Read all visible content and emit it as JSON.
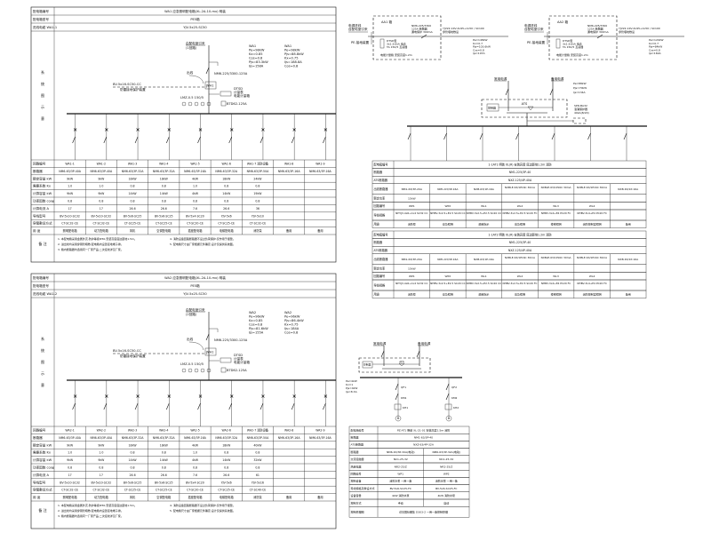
{
  "panels": [
    {
      "header_labels": [
        "配电箱编号",
        "配电箱型号",
        "进线电缆 WA1-1"
      ],
      "header_values": [
        "WA1      应急照明配电箱(XL-2A-10-mx)      明装",
        "PE5箱",
        "YJV-5x25-SC50"
      ],
      "side_label": [
        "系",
        "统",
        "图",
        "示",
        "意"
      ],
      "incoming": {
        "label": [
          "由配电室引来",
          "(1回路)"
        ],
        "breaker": "NM6-225/3300-125A",
        "branch_label": "出线",
        "spd_note": [
          "BV-5x16-SC50-CC",
          "防雷接地保护装置"
        ],
        "meter": "WH1",
        "ct_note": "LMZ-0.5 150/5",
        "meter_notes": [
          "DTSD",
          "计量表",
          "电能计量箱"
        ],
        "relay": "BTD62-125A"
      },
      "calc_left": [
        "WA1",
        "Pe=98kW",
        "Kx=0.85",
        "Cos=0.8",
        "Pjs=83.3kW",
        "Ijs=158A"
      ],
      "calc_right": [
        "WA1",
        "Pe=98kW",
        "Pjs=88.8kW",
        "Kx=0.75",
        "Ijs=188.8A",
        "Cos=0.8"
      ],
      "branches": [
        "WA1-1",
        "WA1-2",
        "WA1-3",
        "WA1-4",
        "WA1-5",
        "WA1-6",
        "WA1-7 消防设备",
        "WA1-8",
        "WA1-9"
      ],
      "rows": [
        {
          "label": "回路编号",
          "values": [
            "WA1-1",
            "WA1-2",
            "WA1-3",
            "WA1-4",
            "WA1-5",
            "WA1-6",
            "WA1-7 消防设备",
            "WA1-8",
            "WA1-9"
          ]
        },
        {
          "label": "断路器",
          "values": [
            "NM6-63/3P-40A",
            "NM6-63/3P-40A",
            "NM6-63/3P-32A",
            "NM6-63/3P-32A",
            "NM6-63/3P-16A",
            "NM6-63/3P-32A",
            "NM6-63/3P-50A",
            "NM6-63/3P-16A",
            "NM6-63/3P-16A"
          ]
        },
        {
          "label": "额定容量 kW",
          "values": [
            "9kW",
            "9kW",
            "18kW",
            "18kW",
            "4kW",
            "18kW",
            "24kW",
            "",
            ""
          ]
        },
        {
          "label": "需要系数 Kx",
          "values": [
            "1.0",
            "1.0",
            "0.8",
            "0.8",
            "1.0",
            "0.8",
            "0.8",
            "",
            ""
          ]
        },
        {
          "label": "计算容量 kW",
          "values": [
            "9kW",
            "9kW",
            "14kW",
            "14kW",
            "4kW",
            "14kW",
            "19kW",
            "",
            ""
          ]
        },
        {
          "label": "功率因数 cosφ",
          "values": [
            "0.8",
            "0.8",
            "0.8",
            "0.8",
            "0.8",
            "0.8",
            "0.8",
            "",
            ""
          ]
        },
        {
          "label": "计算电流 A",
          "values": [
            "17",
            "17",
            "26.6",
            "26.6",
            "7.6",
            "26.6",
            "36",
            "",
            ""
          ]
        },
        {
          "label": "导线型号",
          "values": [
            "BV-5x10-SC32",
            "BV-5x10-SC32",
            "BV-5x6-SC25",
            "BV-5x6-SC25",
            "BV-5x4-SC20",
            "YJV-5x6",
            "YJV-5x10",
            "",
            ""
          ]
        },
        {
          "label": "穿管敷设方式",
          "values": [
            "CT-SC32-CE",
            "CT-SC32-CE",
            "CT-SC25-CE",
            "CT-SC25-CE",
            "CT-SC20-CE",
            "CT-SC25-CE",
            "CT-SC32-CE",
            "",
            ""
          ]
        },
        {
          "label": "用 途",
          "values": [
            "照明配电箱",
            "动力配电箱",
            "风机",
            "空调配电箱",
            "插座配电箱",
            "电梯配电箱",
            "消防泵",
            "备用",
            "备用"
          ]
        }
      ],
      "remarks_label": "备 注",
      "remarks": [
        "1. 本配电箱采用金属外壳,防护等级IP30,安装高度底边距地1.5m。",
        "2. 进出线均采用穿钢管暗敷,配电箱内设置接地端子排。",
        "3. 箱内断路器均选用同一厂家产品,二次接线详见厂家。",
        "4. 消防设备回路断路器不设过负荷保护,仅作用于报警。",
        "5. 配电箱尺寸由厂家根据元件确定,设计仅提供系统图。"
      ]
    },
    {
      "header_labels": [
        "配电箱编号",
        "配电箱型号",
        "进线电缆 WA1-2"
      ],
      "header_values": [
        "WA2      应急照明配电箱(XL-2A-10-mx)      明装",
        "PE5箱",
        "YJV-5x25-SC50"
      ],
      "side_label": [
        "系",
        "统",
        "图",
        "示",
        "意"
      ],
      "incoming": {
        "label": [
          "由配电室引来",
          "(2回路)"
        ],
        "breaker": "NM6-225/3300-125A",
        "branch_label": "出线",
        "spd_note": [
          "BV-5x16-SC50-CC",
          "防雷接地保护装置"
        ],
        "meter": "WH1",
        "ct_note": "LMZ-0.5 150/5",
        "meter_notes": [
          "DTSD",
          "计量表",
          "电能计量箱"
        ],
        "relay": "BTD62-125A"
      },
      "calc_left": [
        "WA2",
        "Pe=96kW",
        "Kx=0.85",
        "Cos=0.8",
        "Pjs=81.6kW",
        "Ijs=155A"
      ],
      "calc_right": [
        "WA2",
        "Pe=96kW",
        "Pjs=86.4kW",
        "Kx=0.75",
        "Ijs=184A",
        "Cos=0.8"
      ],
      "branches": [
        "WA2-1",
        "WA2-2",
        "WA2-3",
        "WA2-4",
        "WA2-5",
        "WA2-6",
        "WA2-7 消防设备",
        "WA2-8",
        "WA2-9"
      ],
      "rows": [
        {
          "label": "回路编号",
          "values": [
            "WA2-1",
            "WA2-2",
            "WA2-3",
            "WA2-4",
            "WA2-5",
            "WA2-6",
            "WA2-7 消防设备",
            "WA2-8",
            "WA2-9"
          ]
        },
        {
          "label": "断路器",
          "values": [
            "NM6-63/3P-40A",
            "NM6-63/3P-40A",
            "NM6-63/3P-32A",
            "NM6-63/3P-32A",
            "NM6-63/3P-16A",
            "NM6-63/3P-32A",
            "NM6-63/3P-50A",
            "NM6-63/3P-16A",
            "NM6-63/3P-16A"
          ]
        },
        {
          "label": "额定容量 kW",
          "values": [
            "9kW",
            "9kW",
            "18kW",
            "18kW",
            "4kW",
            "18kW",
            "40kW",
            "",
            ""
          ]
        },
        {
          "label": "需要系数 Kx",
          "values": [
            "1.0",
            "1.0",
            "0.8",
            "0.8",
            "1.0",
            "0.8",
            "0.8",
            "",
            ""
          ]
        },
        {
          "label": "计算容量 kW",
          "values": [
            "9kW",
            "9kW",
            "14kW",
            "14kW",
            "4kW",
            "14kW",
            "32kW",
            "",
            ""
          ]
        },
        {
          "label": "功率因数 cosφ",
          "values": [
            "0.8",
            "0.8",
            "0.8",
            "0.8",
            "0.8",
            "0.8",
            "0.8",
            "",
            ""
          ]
        },
        {
          "label": "计算电流 A",
          "values": [
            "17",
            "17",
            "26.6",
            "26.6",
            "7.6",
            "26.6",
            "61",
            "",
            ""
          ]
        },
        {
          "label": "导线型号",
          "values": [
            "BV-5x10-SC32",
            "BV-5x10-SC32",
            "BV-5x6-SC25",
            "BV-5x6-SC25",
            "BV-5x4-SC20",
            "YJV-5x6",
            "YJV-5x16",
            "",
            ""
          ]
        },
        {
          "label": "穿管敷设方式",
          "values": [
            "CT-SC32-CE",
            "CT-SC32-CE",
            "CT-SC25-CE",
            "CT-SC25-CE",
            "CT-SC20-CE",
            "CT-SC25-CE",
            "CT-SC40-CE",
            "",
            ""
          ]
        },
        {
          "label": "用 途",
          "values": [
            "照明配电箱",
            "动力配电箱",
            "风机",
            "空调配电箱",
            "插座配电箱",
            "电梯配电箱",
            "消防泵",
            "备用",
            "备用"
          ]
        }
      ],
      "remarks_label": "备 注",
      "remarks": [
        "1. 本配电箱采用金属外壳,防护等级IP30,安装高度底边距地1.5m。",
        "2. 进出线均采用穿钢管暗敷,配电箱内设置接地端子排。",
        "3. 箱内断路器均选用同一厂家产品,二次接线详见厂家。",
        "4. 消防设备回路断路器不设过负荷保护,仅作用于报警。",
        "5. 配电箱尺寸由厂家根据元件确定,设计仅提供系统图。"
      ]
    }
  ],
  "meter_boxes": [
    {
      "title": "AA1 箱",
      "source": [
        "电源进线",
        "自配电室引来"
      ],
      "ground": "PE-接地装置",
      "meter": [
        "DTSD型",
        "3x1.5(6)A 电表",
        "TA 150/5 互感器"
      ],
      "breaker": [
        "NM6-225/3300",
        "125A 断路器",
        "漏电保护 300mA"
      ],
      "footer": "电能计量箱 安装高度1.2m",
      "cable": [
        "YJV22-1KV-4x95+1x50 / SC100",
        "穿管埋地敷设"
      ],
      "calc": [
        "Pe=148kW",
        "Kx=0.7",
        "Pjs=103.6kW",
        "Cos=0.8",
        "Ijs=197A"
      ]
    },
    {
      "title": "AA2 箱",
      "source": [
        "电源进线",
        "自配电室引来"
      ],
      "ground": "PE-接地装置",
      "meter": [
        "DTSD型",
        "3x1.5(6)A 电表",
        "TA 150/5 互感器"
      ],
      "breaker": [
        "NM6-225/3300",
        "125A 断路器",
        "漏电保护 300mA"
      ],
      "footer": "电能计量箱 安装高度1.2m",
      "cable": [
        "YJV22-1KV-4x95+1x50 / SC100",
        "穿管埋地敷设"
      ],
      "calc": [
        "Pe=120kW",
        "Kx=0.7",
        "Pjs=84kW",
        "Cos=0.8",
        "Ijs=160A"
      ]
    }
  ],
  "ats_main": {
    "source_a": "常用电源",
    "source_b": "备用电源",
    "ats_label": "ATS",
    "controller": "控制器",
    "calc": [
      "Pe=88kW",
      "Pjs=70kW",
      "Ijs=134A"
    ],
    "spd": [
      "SPD-BA32",
      "浪涌保护器",
      "40kA(8/20)"
    ],
    "tables": [
      {
        "rows": [
          {
            "label": "配电箱编号",
            "span": "1-1AT1 明装  XL(R)  安装高度 底边距地1.2m  消防"
          },
          {
            "label": "断路器",
            "span": "NM1-225/3P-40"
          },
          {
            "label": "ATS断路器",
            "span": "NXZ-125/4P-40A"
          },
          {
            "label": "出线断路器",
            "values": [
              "NM1-63/3P-20A",
              "NM1-63/3P-16A",
              "NXB-63/1P-16A",
              "NXBLE-63/1P16C 30mA",
              "NXBLE-63/1P16C 30mA",
              "NXBLE-63/1P16C 30mA",
              "NXB-63/1P-16A"
            ]
          },
          {
            "label": "额定功率",
            "values": [
              "15kW",
              "",
              "",
              "",
              "",
              "",
              ""
            ]
          },
          {
            "label": "回路编号",
            "values": [
              "WP1",
              "WP2",
              "WL1",
              "WL2",
              "WL3",
              "WL4",
              ""
            ]
          },
          {
            "label": "导线规格",
            "values": [
              "NHYJV-4x6+1x4 SC32 CC",
              "NHBV-3x2.5+E2.5 SC20 CC",
              "NHBV-3x2.5+E2.5 SC20 CC",
              "NHBV-3x2.5+E2.5 SC20 FC",
              "NHBV-3x4+E4 PC20 FC",
              "NHBV-3x4+E4 PC20 FC",
              ""
            ]
          },
          {
            "label": "用途",
            "values": [
              "消防泵",
              "应急照明",
              "疏散指示",
              "应急照明",
              "楼梯照明",
              "消防控制室照明",
              "备用"
            ]
          }
        ]
      },
      {
        "rows": [
          {
            "label": "配电箱编号",
            "span": "1-1AT2 明装  XL(R)  安装高度 底边距地1.2m  消防"
          },
          {
            "label": "断路器",
            "span": "NM1-225/3P-40"
          },
          {
            "label": "ATS断路器",
            "span": "NXZ-125/4P-40A"
          },
          {
            "label": "出线断路器",
            "values": [
              "NM1-63/3P-20A",
              "NM1-63/3P-16A",
              "NXB-63/1P-16A",
              "NXBLE-63/1P16C 30mA",
              "NXBLE-63/1P16C 30mA",
              "NXBLE-63/1P16C 30mA",
              "NXB-63/1P-16A"
            ]
          },
          {
            "label": "额定功率",
            "values": [
              "15kW",
              "",
              "",
              "",
              "",
              "",
              ""
            ]
          },
          {
            "label": "回路编号",
            "values": [
              "WP1",
              "WP2",
              "WL1",
              "WL2",
              "WL3",
              "WL4",
              ""
            ]
          },
          {
            "label": "导线规格",
            "values": [
              "NHYJV-4x6+1x4 SC32 CC",
              "NHBV-3x2.5+E2.5 SC20 CC",
              "NHBV-3x2.5+E2.5 SC20 CC",
              "NHBV-3x2.5+E2.5 SC20 FC",
              "NHBV-3x4+E4 PC20 FC",
              "NHBV-3x4+E4 PC20 FC",
              ""
            ]
          },
          {
            "label": "用途",
            "values": [
              "消防泵",
              "应急照明",
              "疏散指示",
              "应急照明",
              "楼梯照明",
              "消防控制室照明",
              "备用"
            ]
          }
        ]
      }
    ]
  },
  "ats_small": {
    "source_a": "常用电源",
    "source_b": "备用电源",
    "ats_label": "ATS",
    "controller": "控制器",
    "calc": [
      "Pe=4kW",
      "Kx=1",
      "Pjs=4kW",
      "Ijs=8.3A"
    ],
    "feeders": [
      {
        "breaker": "QF1",
        "contactor": "KM1",
        "relay": "KH1",
        "motor": "M"
      },
      {
        "breaker": "QF2",
        "contactor": "KM2",
        "relay": "KH2",
        "motor": "M"
      }
    ],
    "table": [
      {
        "label": "配电箱编号",
        "span": "PZ-AT1  明装  XL-21-01  安装高度1.5m  消防"
      },
      {
        "label": "断路器",
        "span": "NM1-63/3P-40"
      },
      {
        "label": "ATS断路器",
        "span": "NXZ-63/4P-32A"
      },
      {
        "label": "断路器",
        "values": [
          "NM6-63/3P-32A(电动)",
          "NM6-63/3P-32A(电动)"
        ]
      },
      {
        "label": "交流接触器",
        "values": [
          "NC1-25-32",
          "NC1-25-32"
        ]
      },
      {
        "label": "热继电器",
        "values": [
          "NR2-25/Z",
          "NR2-25/Z"
        ]
      },
      {
        "label": "回路编号",
        "values": [
          "WP1",
          "WP2"
        ]
      },
      {
        "label": "控制设备",
        "values": [
          "消防水泵 一用一备",
          "消防水泵 一用一备"
        ]
      },
      {
        "label": "导线规格及敷设方式",
        "values": [
          "BV-5x6-SC25-FC",
          "BV-5x6-SC25-FC"
        ]
      },
      {
        "label": "设备容量",
        "values": [
          "4kW 消防水泵",
          "4kW 消防水泵"
        ]
      },
      {
        "label": "控制方式",
        "values": [
          "手动",
          "自动"
        ]
      },
      {
        "label": "控制原理图",
        "span": "详见国标图集 D303-2  一用一备控制原理"
      }
    ]
  }
}
